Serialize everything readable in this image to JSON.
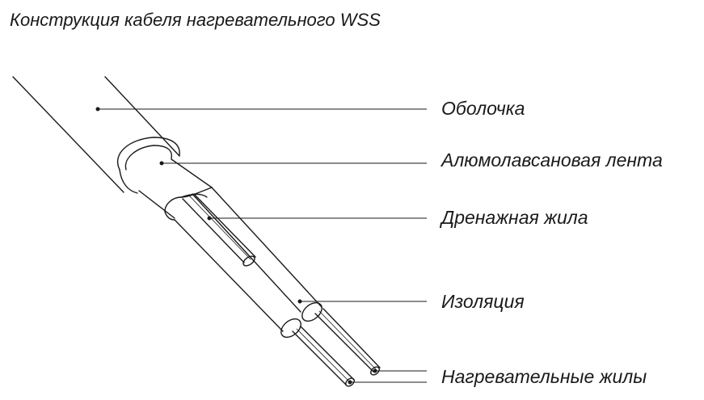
{
  "title": "Конструкция кабеля нагревательного WSS",
  "labels": {
    "sheath": "Оболочка",
    "foil": "Алюмолавсановая лента",
    "drain": "Дренажная жила",
    "insulation": "Изоляция",
    "heating": "Нагревательные жилы"
  }
}
